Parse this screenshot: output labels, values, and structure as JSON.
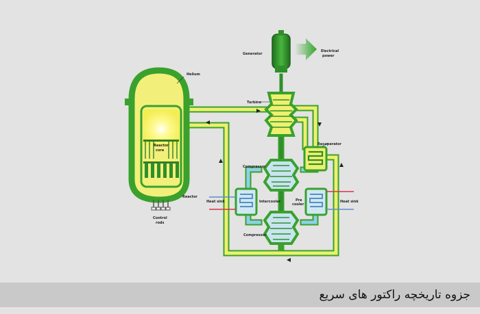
{
  "diagram": {
    "labels": {
      "generator": "Generator",
      "electrical_power_1": "Electrical",
      "electrical_power_2": "power",
      "helium": "Helium",
      "turbine": "Turbine",
      "recuperator": "Recuperator",
      "reactor_core_1": "Reactor",
      "reactor_core_2": "core",
      "compressor_top": "Compressor",
      "compressor_bottom": "Compressor",
      "heat_sink_left": "Heat sink",
      "heat_sink_right": "Heat sink",
      "intercooler": "Intercooler",
      "precooler_1": "Pre",
      "precooler_2": "cooler",
      "reactor": "Reactor",
      "control_rods_1": "Control",
      "control_rods_2": "rods"
    },
    "colors": {
      "vessel_green": "#3aa12d",
      "reactor_yellow": "#f2f07a",
      "core_yellow": "#f7f36a",
      "hot_pipe": "#eef06e",
      "cold_pipe": "#8ed0e8",
      "generator_green": "#2f8f2a",
      "hot_line": "#d9334a",
      "cool_line": "#5a8fc4"
    }
  },
  "caption": "جزوه تاریخچه راکتور های سریع"
}
